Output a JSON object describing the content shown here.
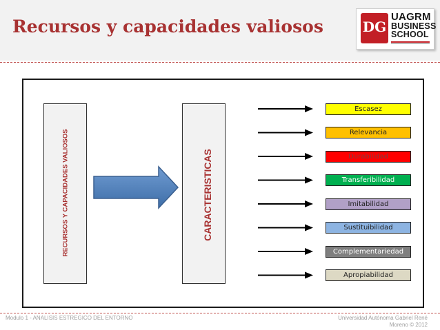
{
  "header": {
    "title": "Recursos y capacidades valiosos",
    "logo": {
      "initials": "DG",
      "line1": "UAGRM",
      "line2": "BUSINESS",
      "line3": "SCHOOL"
    }
  },
  "diagram": {
    "left_label": "RECURSOS Y CAPACIDADES VALIOSOS",
    "center_label": "CARACTERISTICAS",
    "items": [
      {
        "label": "Escasez",
        "fill": "#ffff00",
        "text_color": "#222222"
      },
      {
        "label": "Relevancia",
        "fill": "#ffc000",
        "text_color": "#222222"
      },
      {
        "label": "Durabilidad",
        "fill": "#ff0000",
        "text_color": "#7f3f3f"
      },
      {
        "label": "Transferibilidad",
        "fill": "#00b050",
        "text_color": "#ffffff"
      },
      {
        "label": "Imitabilidad",
        "fill": "#b1a0c7",
        "text_color": "#222222"
      },
      {
        "label": "Sustituibilidad",
        "fill": "#8db4e2",
        "text_color": "#222222"
      },
      {
        "label": "Complementariedad",
        "fill": "#7f7f7f",
        "text_color": "#ffffff"
      },
      {
        "label": "Apropiabilidad",
        "fill": "#ddd9c4",
        "text_color": "#222222"
      }
    ]
  },
  "footer": {
    "left": "Modulo 1 - ANALISIS ESTREGICO DEL ENTORNO",
    "right_line1": "Universidad Autónoma Gabriel René",
    "right_line2": "Moreno © 2012"
  },
  "colors": {
    "title": "#a83232",
    "accent_dash": "#c0504d",
    "arrow_fill": "#4f81bd"
  }
}
